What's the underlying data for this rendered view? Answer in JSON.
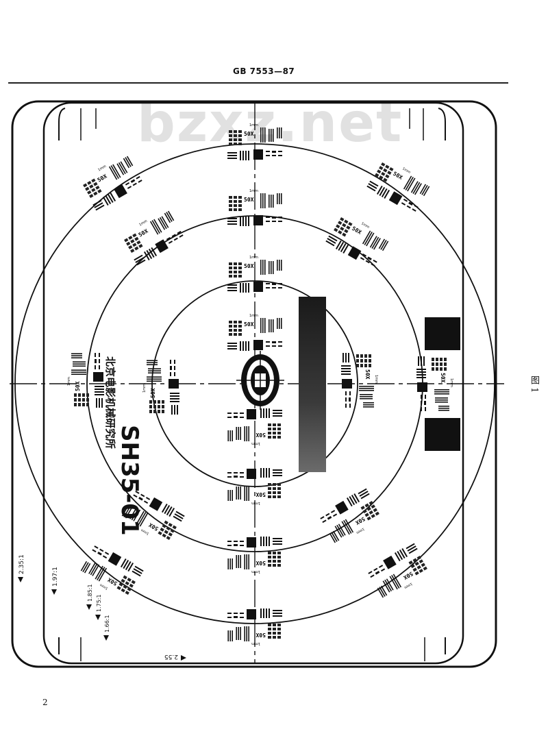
{
  "header": {
    "standard_number": "GB 7553—87"
  },
  "watermark": {
    "text": "bzxz.net"
  },
  "figure": {
    "label": "图 1",
    "chart_name": "SH35-01",
    "producer": "北京电影机械研究所",
    "target_label": "50X",
    "scale_label": "1mm",
    "aspect_marks": [
      "2.35:1",
      "1.97:1",
      "1.85:1",
      "1.75:1",
      "1.66:1",
      "2.55"
    ]
  },
  "footer": {
    "page_number": "2"
  }
}
